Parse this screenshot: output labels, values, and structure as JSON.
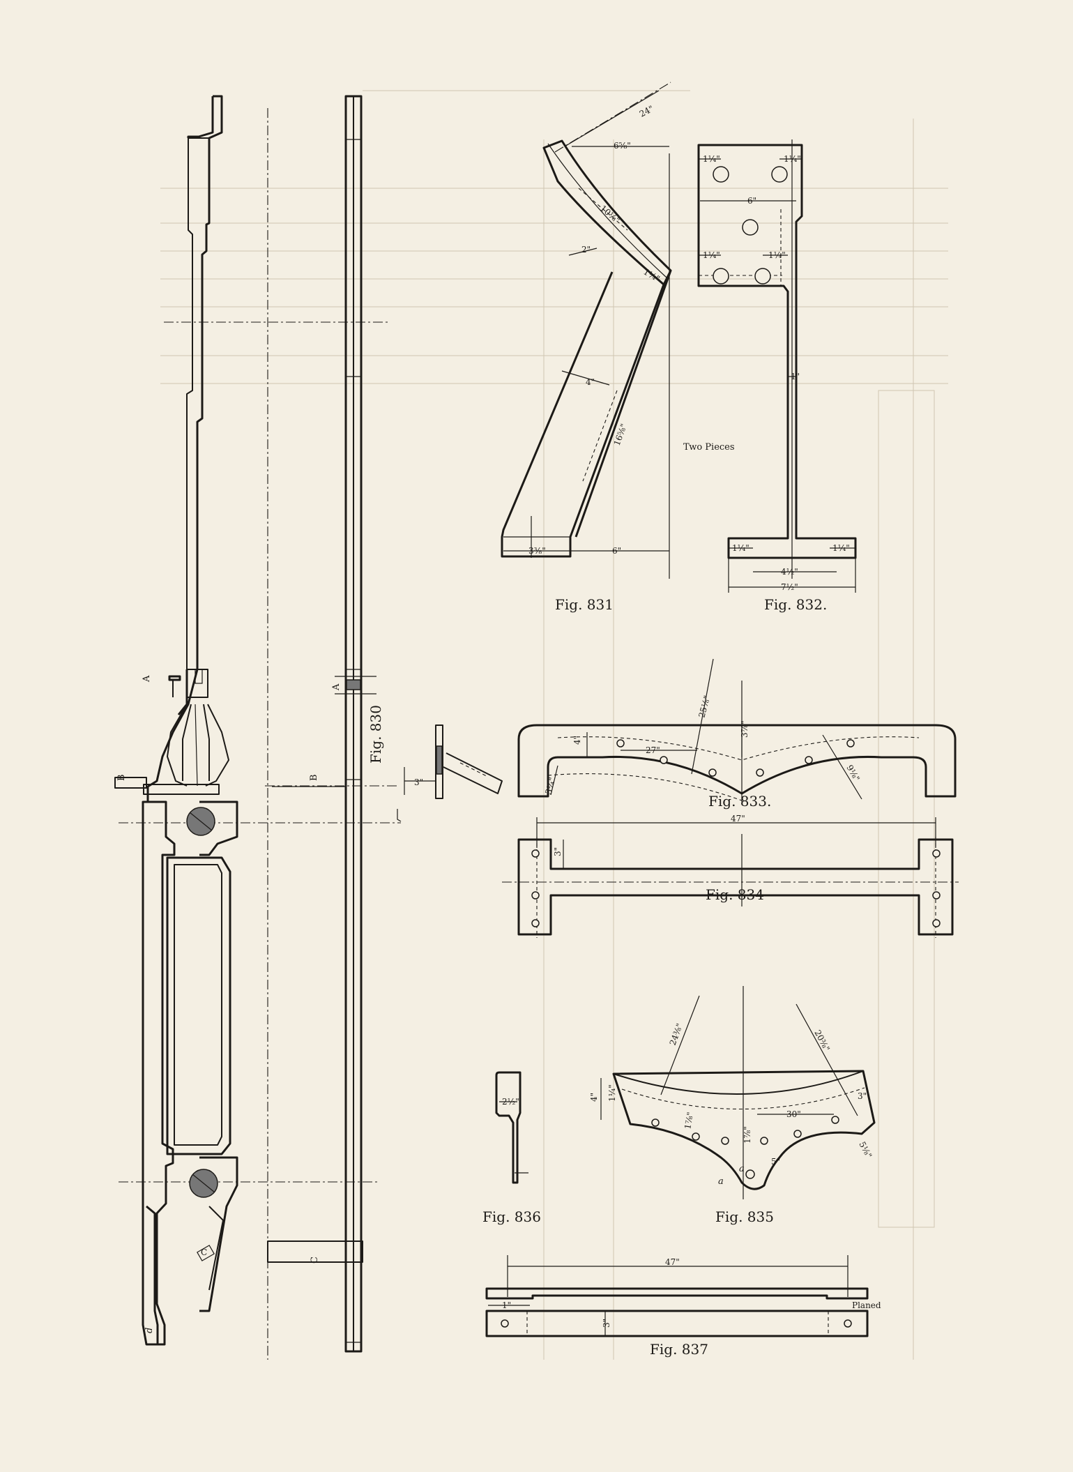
{
  "figures": {
    "fig830": {
      "caption": "Fig. 830",
      "label_a": "A",
      "label_b": "B",
      "label_c": "C",
      "label_d": "d"
    },
    "fig831": {
      "caption": "Fig. 831",
      "dims": [
        "24\"",
        "6⅝\"",
        "10⅛\"",
        "1¼\"",
        "2\"",
        "4\"",
        "16⅝\"",
        "3⅜\"",
        "6\""
      ]
    },
    "fig832": {
      "caption": "Fig. 832.",
      "note": "Two Pieces",
      "dims": [
        "1¼\"",
        "1¼\"",
        "6\"",
        "1¼\"",
        "1¼\"",
        "1\"",
        "1¼\"",
        "1¼\"",
        "4½\"",
        "7½\""
      ]
    },
    "fig833": {
      "caption": "Fig. 833.",
      "dims": [
        "4\"",
        "27\"",
        "3⅞\"",
        "25⅛\"",
        "3¼\"",
        "9⅛\""
      ]
    },
    "fig834": {
      "caption": "Fig. 834",
      "dims": [
        "47\"",
        "3\""
      ]
    },
    "fig835": {
      "caption": "Fig. 835",
      "dims": [
        "24⅜\"",
        "20⅜\"",
        "4\"",
        "1¼\"",
        "1⅞\"",
        "30\"",
        "1⅞\"",
        "5\"",
        "5⅛\"",
        "3\""
      ],
      "labels": [
        "a",
        "a"
      ]
    },
    "fig836": {
      "caption": "Fig. 836",
      "dims": [
        "2½\""
      ]
    },
    "fig837": {
      "caption": "Fig. 837",
      "dims": [
        "47\"",
        "1\"",
        "3\""
      ],
      "note": "Planed"
    },
    "section_detail": {
      "dims": [
        "3\""
      ]
    }
  }
}
